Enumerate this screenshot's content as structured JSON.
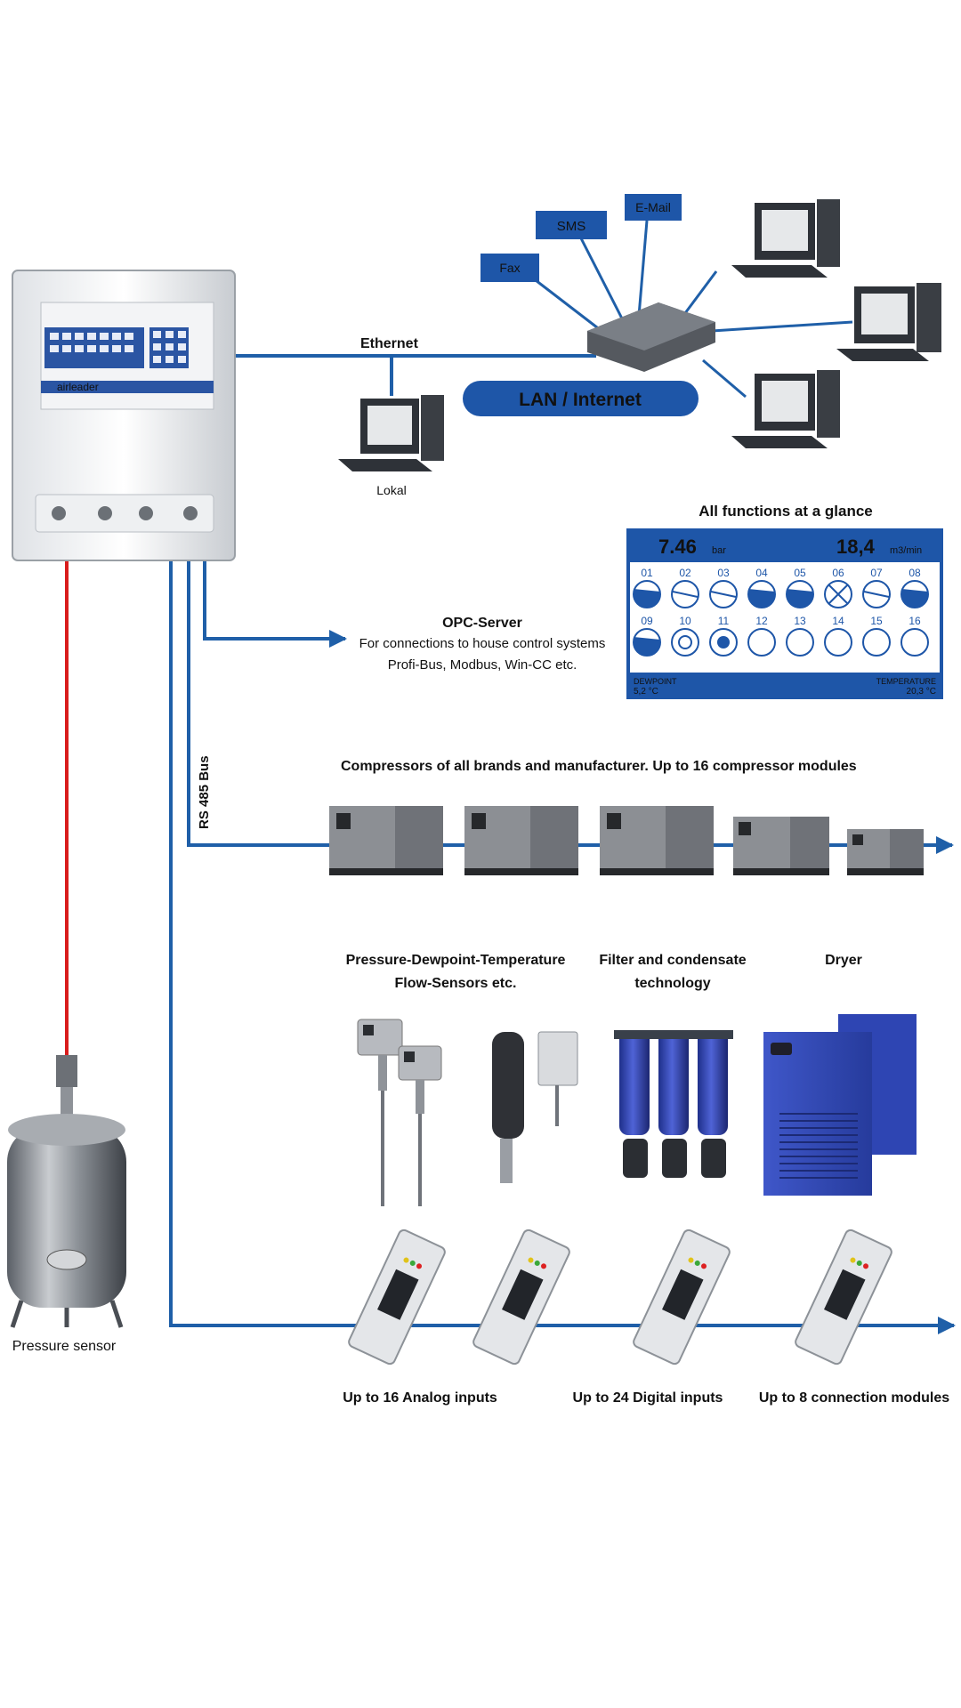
{
  "colors": {
    "bus_blue": "#1f5fa8",
    "panel_blue": "#1e56a8",
    "signal_red": "#d91c1c"
  },
  "controller": {
    "brand": "airleader",
    "model": "Airleader"
  },
  "network": {
    "ethernet": "Ethernet",
    "lan": "LAN / Internet",
    "fax": "Fax",
    "sms": "SMS",
    "email": "E-Mail",
    "lokal": "Lokal"
  },
  "glance": {
    "title": "All functions at a glance",
    "pressure_value": "7.46",
    "pressure_unit": "bar",
    "flow_value": "18,4",
    "flow_unit": "m3/min",
    "slots": [
      {
        "n": "01",
        "state": "half"
      },
      {
        "n": "02",
        "state": "line"
      },
      {
        "n": "03",
        "state": "line"
      },
      {
        "n": "04",
        "state": "half"
      },
      {
        "n": "05",
        "state": "half"
      },
      {
        "n": "06",
        "state": "cross"
      },
      {
        "n": "07",
        "state": "line"
      },
      {
        "n": "08",
        "state": "half"
      },
      {
        "n": "09",
        "state": "half"
      },
      {
        "n": "10",
        "state": "ring"
      },
      {
        "n": "11",
        "state": "dot"
      },
      {
        "n": "12",
        "state": "empty"
      },
      {
        "n": "13",
        "state": "empty"
      },
      {
        "n": "14",
        "state": "empty"
      },
      {
        "n": "15",
        "state": "empty"
      },
      {
        "n": "16",
        "state": "empty"
      }
    ],
    "dewpoint_label": "DEWPOINT",
    "dewpoint_value": "5,2 °C",
    "temperature_label": "TEMPERATURE",
    "temperature_value": "20,3 °C"
  },
  "opc": {
    "title": "OPC-Server",
    "line1": "For connections to house control systems",
    "line2": "Profi-Bus, Modbus, Win-CC etc."
  },
  "bus": {
    "rs485": "RS 485 Bus"
  },
  "compressors": {
    "caption": "Compressors of all brands and manufacturer. Up to 16 compressor modules"
  },
  "sensors": {
    "line1": "Pressure-Dewpoint-Temperature",
    "line2": "Flow-Sensors etc."
  },
  "filter": {
    "line1": "Filter and condensate",
    "line2": "technology"
  },
  "dryer": {
    "label": "Dryer"
  },
  "tank": {
    "label": "Pressure sensor"
  },
  "modules": {
    "analog": "Up to 16 Analog inputs",
    "digital": "Up to 24 Digital inputs",
    "connection": "Up to 8 connection modules"
  }
}
